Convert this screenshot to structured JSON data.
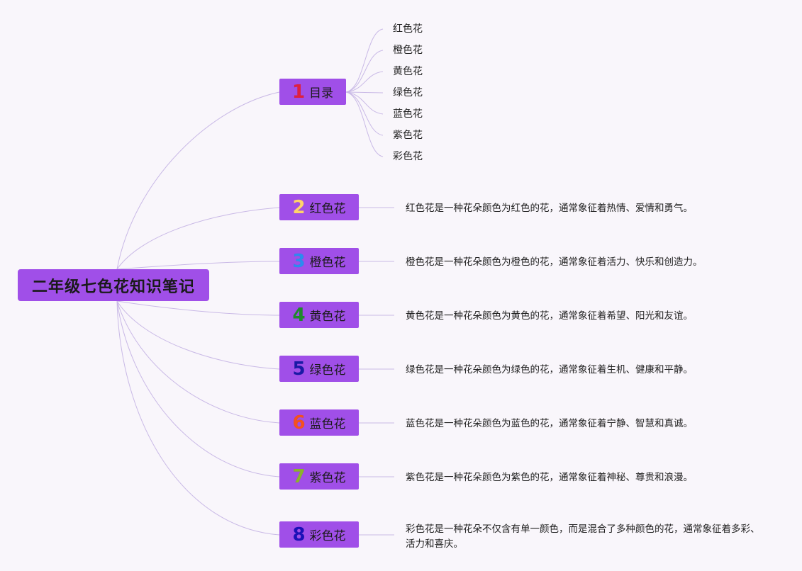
{
  "root": {
    "title": "二年级七色花知识笔记"
  },
  "toc": {
    "number": "1",
    "label": "目录",
    "number_color": "#e0203f",
    "items": [
      "红色花",
      "橙色花",
      "黄色花",
      "绿色花",
      "蓝色花",
      "紫色花",
      "彩色花"
    ]
  },
  "branches": [
    {
      "number": "2",
      "label": "红色花",
      "number_color": "#ffd36b",
      "description": "红色花是一种花朵颜色为红色的花，通常象征着热情、爱情和勇气。"
    },
    {
      "number": "3",
      "label": "橙色花",
      "number_color": "#2b8cf0",
      "description": "橙色花是一种花朵颜色为橙色的花，通常象征着活力、快乐和创造力。"
    },
    {
      "number": "4",
      "label": "黄色花",
      "number_color": "#1f8a2c",
      "description": "黄色花是一种花朵颜色为黄色的花，通常象征着希望、阳光和友谊。"
    },
    {
      "number": "5",
      "label": "绿色花",
      "number_color": "#1a1aa6",
      "description": "绿色花是一种花朵颜色为绿色的花，通常象征着生机、健康和平静。"
    },
    {
      "number": "6",
      "label": "蓝色花",
      "number_color": "#f5511e",
      "description": "蓝色花是一种花朵颜色为蓝色的花，通常象征着宁静、智慧和真诚。"
    },
    {
      "number": "7",
      "label": "紫色花",
      "number_color": "#8bb42a",
      "description": "紫色花是一种花朵颜色为紫色的花，通常象征着神秘、尊贵和浪漫。"
    },
    {
      "number": "8",
      "label": "彩色花",
      "number_color": "#1a10b8",
      "description": "彩色花是一种花朵不仅含有单一颜色，而是混合了多种颜色的花，通常象征着多彩、活力和喜庆。"
    }
  ],
  "colors": {
    "node_fill": "#a04fe8",
    "connector": "#c9b9e6",
    "background": "#f9f6fb"
  }
}
